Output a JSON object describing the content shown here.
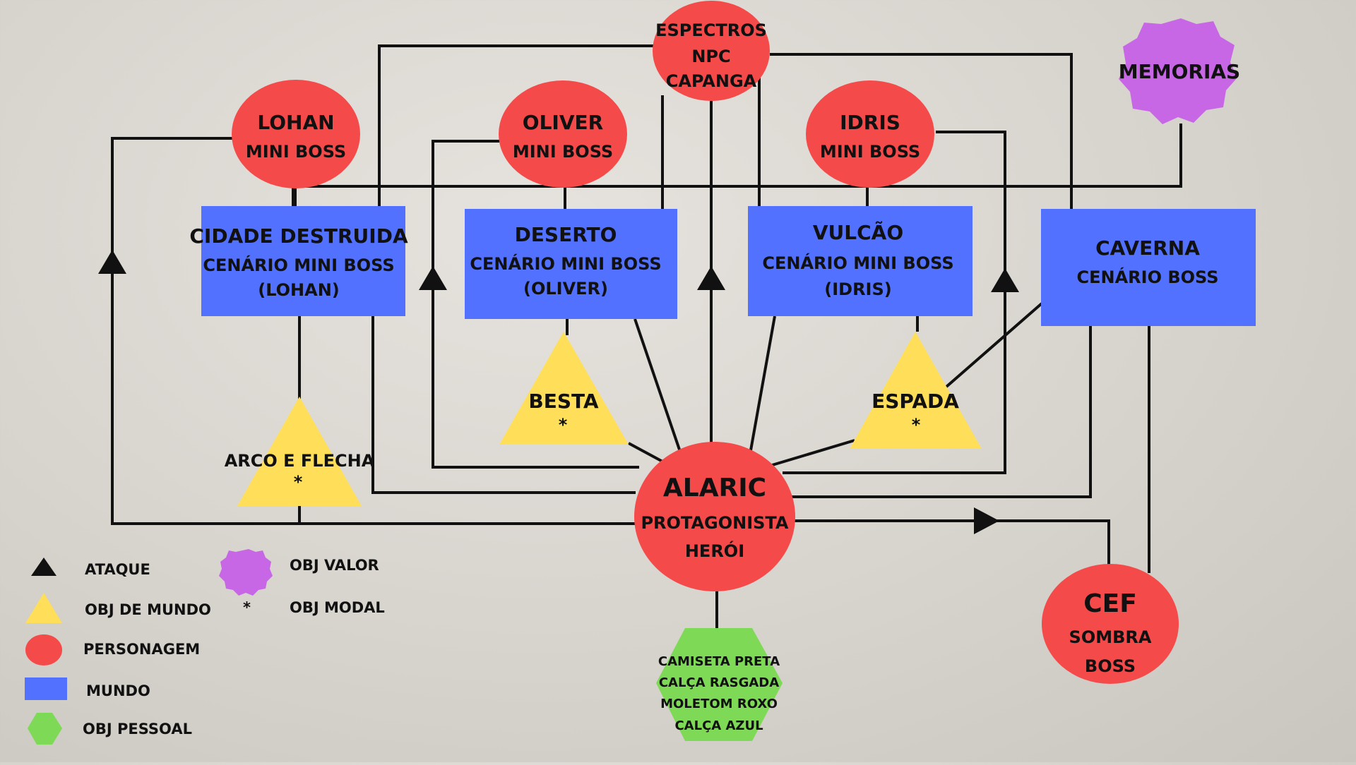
{
  "colors": {
    "character": "#f54a4a",
    "world": "#5271ff",
    "world_object": "#ffde59",
    "value_object": "#c867e6",
    "personal_object": "#7ed957",
    "line": "#111111"
  },
  "nodes": {
    "espectros": {
      "line1": "ESPECTROS",
      "line2": "NPC",
      "line3": "CAPANGA"
    },
    "memorias": {
      "line1": "MEMORIAS"
    },
    "lohan": {
      "line1": "LOHAN",
      "line2": "MINI BOSS"
    },
    "oliver": {
      "line1": "OLIVER",
      "line2": "MINI BOSS"
    },
    "idris": {
      "line1": "IDRIS",
      "line2": "MINI BOSS"
    },
    "cidade": {
      "line1": "CIDADE DESTRUIDA",
      "line2": "CENÁRIO MINI BOSS",
      "line3": "(LOHAN)"
    },
    "deserto": {
      "line1": "DESERTO",
      "line2": "CENÁRIO MINI BOSS",
      "line3": "(OLIVER)"
    },
    "vulcao": {
      "line1": "VULCÃO",
      "line2": "CENÁRIO MINI BOSS",
      "line3": "(IDRIS)"
    },
    "caverna": {
      "line1": "CAVERNA",
      "line2": "CENÁRIO BOSS"
    },
    "arco": {
      "line1": "ARCO E FLECHA",
      "line2": "*"
    },
    "besta": {
      "line1": "BESTA",
      "line2": "*"
    },
    "espada": {
      "line1": "ESPADA",
      "line2": "*"
    },
    "alaric": {
      "line1": "ALARIC",
      "line2": "PROTAGONISTA",
      "line3": "HERÓI"
    },
    "cef": {
      "line1": "CEF",
      "line2": "SOMBRA",
      "line3": "BOSS"
    },
    "roupas": {
      "line1": "CAMISETA PRETA",
      "line2": "CALÇA RASGADA",
      "line3": "MOLETOM ROXO",
      "line4": "CALÇA AZUL"
    }
  },
  "legend": {
    "ataque": "ATAQUE",
    "obj_mundo": "OBJ DE MUNDO",
    "personagem": "PERSONAGEM",
    "mundo": "MUNDO",
    "obj_pessoal": "OBJ PESSOAL",
    "obj_valor": "OBJ VALOR",
    "modal_symbol": "*",
    "obj_modal": "OBJ MODAL"
  }
}
